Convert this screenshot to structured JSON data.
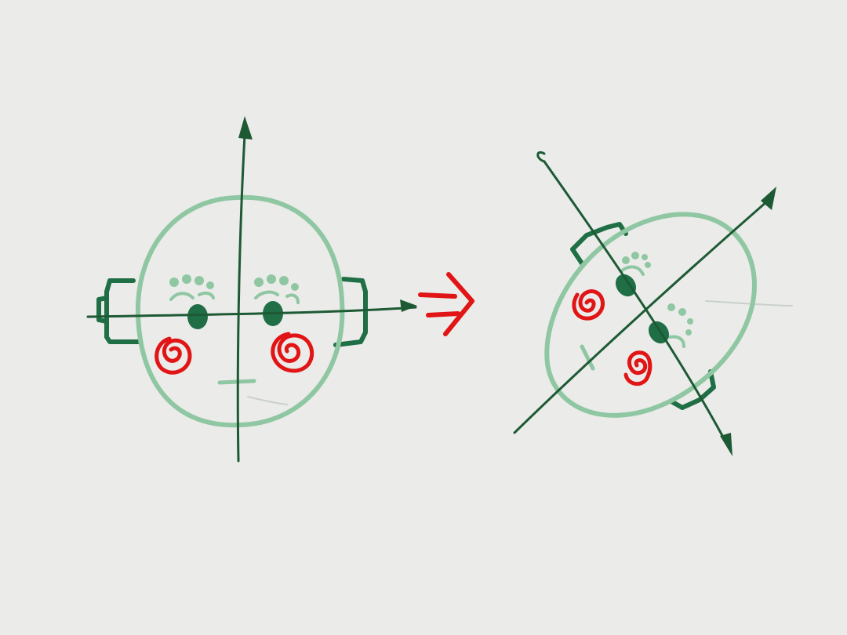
{
  "colors": {
    "background": "#ebebea",
    "head": "#8fc7a2",
    "eye": "#1f6e45",
    "brow": "#8fc7a2",
    "axis": "#1d5a34",
    "earcup": "#1f6e45",
    "cheek": "#e11515",
    "transform_arrow": "#e11515",
    "faint_line": "#c9d1cc"
  },
  "figures": [
    {
      "name": "upright-head",
      "orientation": "upright",
      "rotation_deg": 0
    },
    {
      "name": "tilted-head",
      "orientation": "tilted",
      "rotation_deg": -34
    }
  ],
  "transition": {
    "symbol": "double-arrow-right"
  }
}
